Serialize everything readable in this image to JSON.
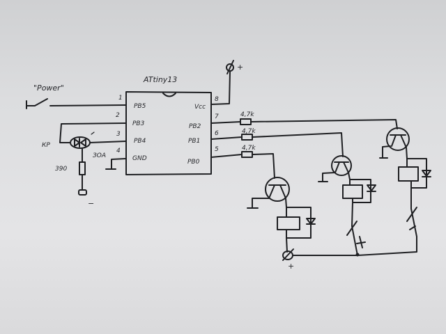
{
  "diagram": {
    "title": "ATtiny13",
    "power_label": "\"Power\"",
    "chip": {
      "left_pins": [
        {
          "num": "1",
          "name": "PB5"
        },
        {
          "num": "2",
          "name": "PB3"
        },
        {
          "num": "3",
          "name": "PB4"
        },
        {
          "num": "4",
          "name": "GND"
        }
      ],
      "right_pins": [
        {
          "num": "8",
          "name": "Vcc"
        },
        {
          "num": "7",
          "name": "PB2"
        },
        {
          "num": "6",
          "name": "PB1"
        },
        {
          "num": "5",
          "name": "PB0"
        }
      ]
    },
    "resistors": [
      "4,7k",
      "4,7k",
      "4,7k"
    ],
    "led_label_left": "КР",
    "led_label_right": "ЗОА",
    "led_resistor": "390",
    "plus": "+",
    "minus": "−",
    "lamp_plus": "+"
  }
}
